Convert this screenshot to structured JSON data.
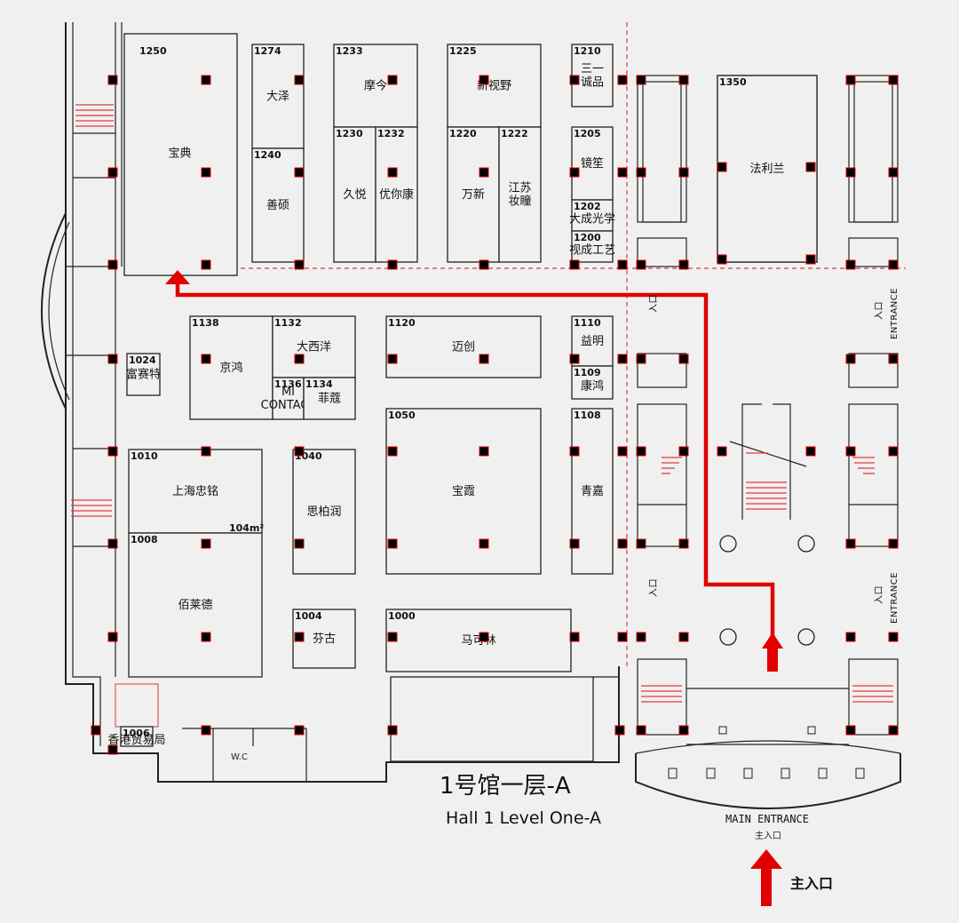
{
  "map": {
    "title_cn": "1号馆一层-A",
    "title_en": "Hall 1 Level One-A",
    "main_entrance_en": "MAIN ENTRANCE",
    "main_entrance_cn": "主入口",
    "main_entrance_label": "主入口",
    "entrance_en": "ENTRANCE",
    "entrance_cn": "入口",
    "wc": "W.C",
    "area_note": "104m²",
    "highlight_color": "#e00000"
  },
  "booths": [
    {
      "id": "1250",
      "name": "宝典",
      "highlighted": true
    },
    {
      "id": "1274",
      "name": "大泽"
    },
    {
      "id": "1240",
      "name": "善硕"
    },
    {
      "id": "1233",
      "name": "摩今"
    },
    {
      "id": "1230",
      "name": "久悦"
    },
    {
      "id": "1232",
      "name": "优你康"
    },
    {
      "id": "1225",
      "name": "新视野"
    },
    {
      "id": "1220",
      "name": "万新"
    },
    {
      "id": "1222",
      "name": "江苏\n妆瞳"
    },
    {
      "id": "1210",
      "name": "三一\n诚品"
    },
    {
      "id": "1205",
      "name": "镜笙"
    },
    {
      "id": "1202",
      "name": "大成光学"
    },
    {
      "id": "1200",
      "name": "视成工艺"
    },
    {
      "id": "1350",
      "name": "法利兰"
    },
    {
      "id": "1138",
      "name": "京鸿"
    },
    {
      "id": "1132",
      "name": "大西洋"
    },
    {
      "id": "1136",
      "name": "MI\nCONTACT"
    },
    {
      "id": "1134",
      "name": "菲蔻"
    },
    {
      "id": "1120",
      "name": "迈创"
    },
    {
      "id": "1110",
      "name": "益明"
    },
    {
      "id": "1109",
      "name": "康鸿"
    },
    {
      "id": "1024",
      "name": "富赛特"
    },
    {
      "id": "1010",
      "name": "上海忠铭"
    },
    {
      "id": "1040",
      "name": "思柏润"
    },
    {
      "id": "1050",
      "name": "宝霞"
    },
    {
      "id": "1108",
      "name": "青嘉"
    },
    {
      "id": "1008",
      "name": "佰莱德"
    },
    {
      "id": "1004",
      "name": "芬古"
    },
    {
      "id": "1000",
      "name": "马可林"
    },
    {
      "id": "1006",
      "name": "香港贸易局"
    }
  ]
}
